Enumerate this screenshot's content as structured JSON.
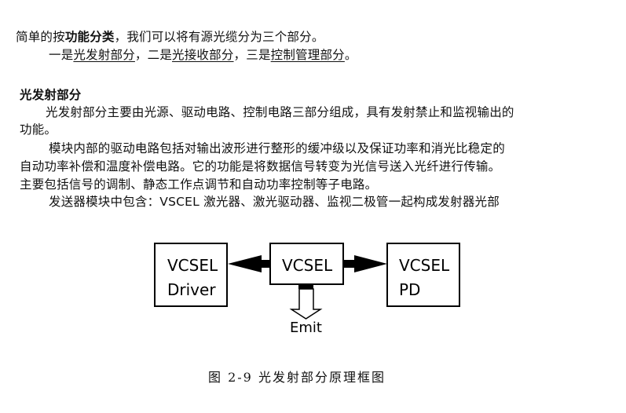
{
  "intro": {
    "line1_a": "简单的按",
    "line1_bold": "功能分类",
    "line1_b": "，我们可以将有源光缆分为三个部分。",
    "line2_a": "一是",
    "line2_u1": "光发射部分",
    "line2_b": "，二是",
    "line2_u2": "光接收部分",
    "line2_c": "，三是",
    "line2_u3": "控制管理部分",
    "line2_d": "。"
  },
  "section": {
    "heading": "光发射部分",
    "para1_l1": "光发射部分主要由光源、驱动电路、控制电路三部分组成，具有发射禁止和监视输出的",
    "para1_l2": "功能。",
    "para2_l1": "模块内部的驱动电路包括对输出波形进行整形的缓冲级以及保证功率和消光比稳定的",
    "para2_l2": "自动功率补偿和温度补偿电路。它的功能是将数据信号转变为光信号送入光纤进行传输。",
    "para2_l3": "主要包括信号的调制、静态工作点调节和自动功率控制等子电路。",
    "para3_l1": "发送器模块中包含：VSCEL 激光器、激光驱动器、监视二极管一起构成发射器光部"
  },
  "diagram": {
    "left_box": {
      "line1": "VCSEL",
      "line2": "Driver"
    },
    "center_box": {
      "line1": "VCSEL"
    },
    "right_box": {
      "line1": "VCSEL",
      "line2": "PD"
    },
    "emit_label": "Emit"
  },
  "caption": "图 2-9  光发射部分原理框图"
}
